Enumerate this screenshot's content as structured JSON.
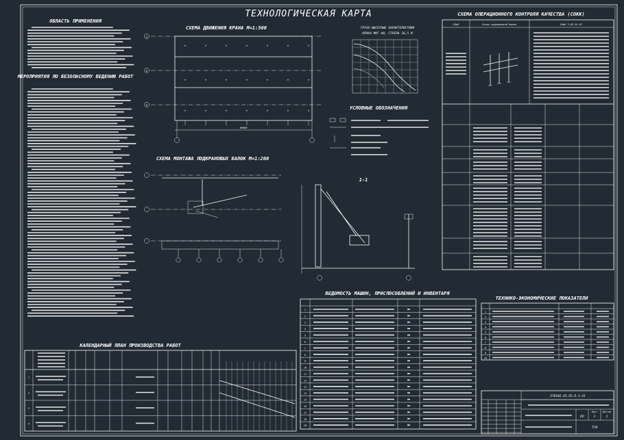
{
  "sheet": {
    "title": "ТЕХНОЛОГИЧЕСКАЯ КАРТА",
    "background": "#222a33",
    "line_color": "#ffffff"
  },
  "left": {
    "scope_heading": "ОБЛАСТЬ ПРИМЕНЕНИЯ",
    "safety_heading": "МЕРОПРИЯТИЯ ПО БЕЗОПАСНОМУ ВЕДЕНИЮ РАБОТ"
  },
  "crane_scheme": {
    "title": "СХЕМА ДВИЖЕНИЯ КРАНА М=1:500",
    "axis_labels": [
      "А",
      "Б",
      "В"
    ],
    "dimension": "60000"
  },
  "load_chart": {
    "title": "ГРУЗО-ВЫСОТНЫЕ ХАРАКТЕРИСТИКИ КРАНА МКГ-40, СТРЕЛА 18,5 М"
  },
  "legend": {
    "title": "УСЛОВНЫЕ ОБОЗНАЧЕНИЯ"
  },
  "mount_scheme": {
    "title": "СХЕМА МОНТАЖА ПОДКРАНОВЫХ БАЛОК М=1:200",
    "section_label": "1-1"
  },
  "quality": {
    "title": "СХЕМА ОПЕРАЦИОННОГО КОНТРОЛЯ КАЧЕСТВА (СОКК)",
    "col1": "СНиП",
    "col2": "Эскиз подкрановой балки",
    "col3": "СНиП 3.03.01-87"
  },
  "machines": {
    "title": "ВЕДОМОСТЬ МАШИН, ПРИСПОСОБЛЕНИЙ И ИНВЕНТАРЯ",
    "row_numbers": [
      "1",
      "2",
      "3",
      "4",
      "5",
      "6",
      "7",
      "8",
      "9",
      "10",
      "11",
      "12",
      "13",
      "14",
      "15",
      "16",
      "17",
      "18",
      "19"
    ]
  },
  "tep": {
    "title": "ТЕХНИКО-ЭКОНОМИЧЕСКИЕ ПОКАЗАТЕЛИ",
    "row_numbers": [
      "1",
      "2",
      "3",
      "4",
      "5",
      "6",
      "7",
      "8",
      "9",
      "10"
    ]
  },
  "schedule": {
    "title": "КАЛЕНДАРНЫЙ ПЛАН ПРОИЗВОДСТВА РАБОТ",
    "row_numbers": [
      "1",
      "2",
      "3",
      "4"
    ]
  },
  "stamp": {
    "code": "270102.65.ПЗ.О.1.А1",
    "sheet_label": "Лист",
    "sheets_label": "Листов",
    "sheet_no": "1",
    "stage": "КП",
    "org": "ТГИ"
  }
}
